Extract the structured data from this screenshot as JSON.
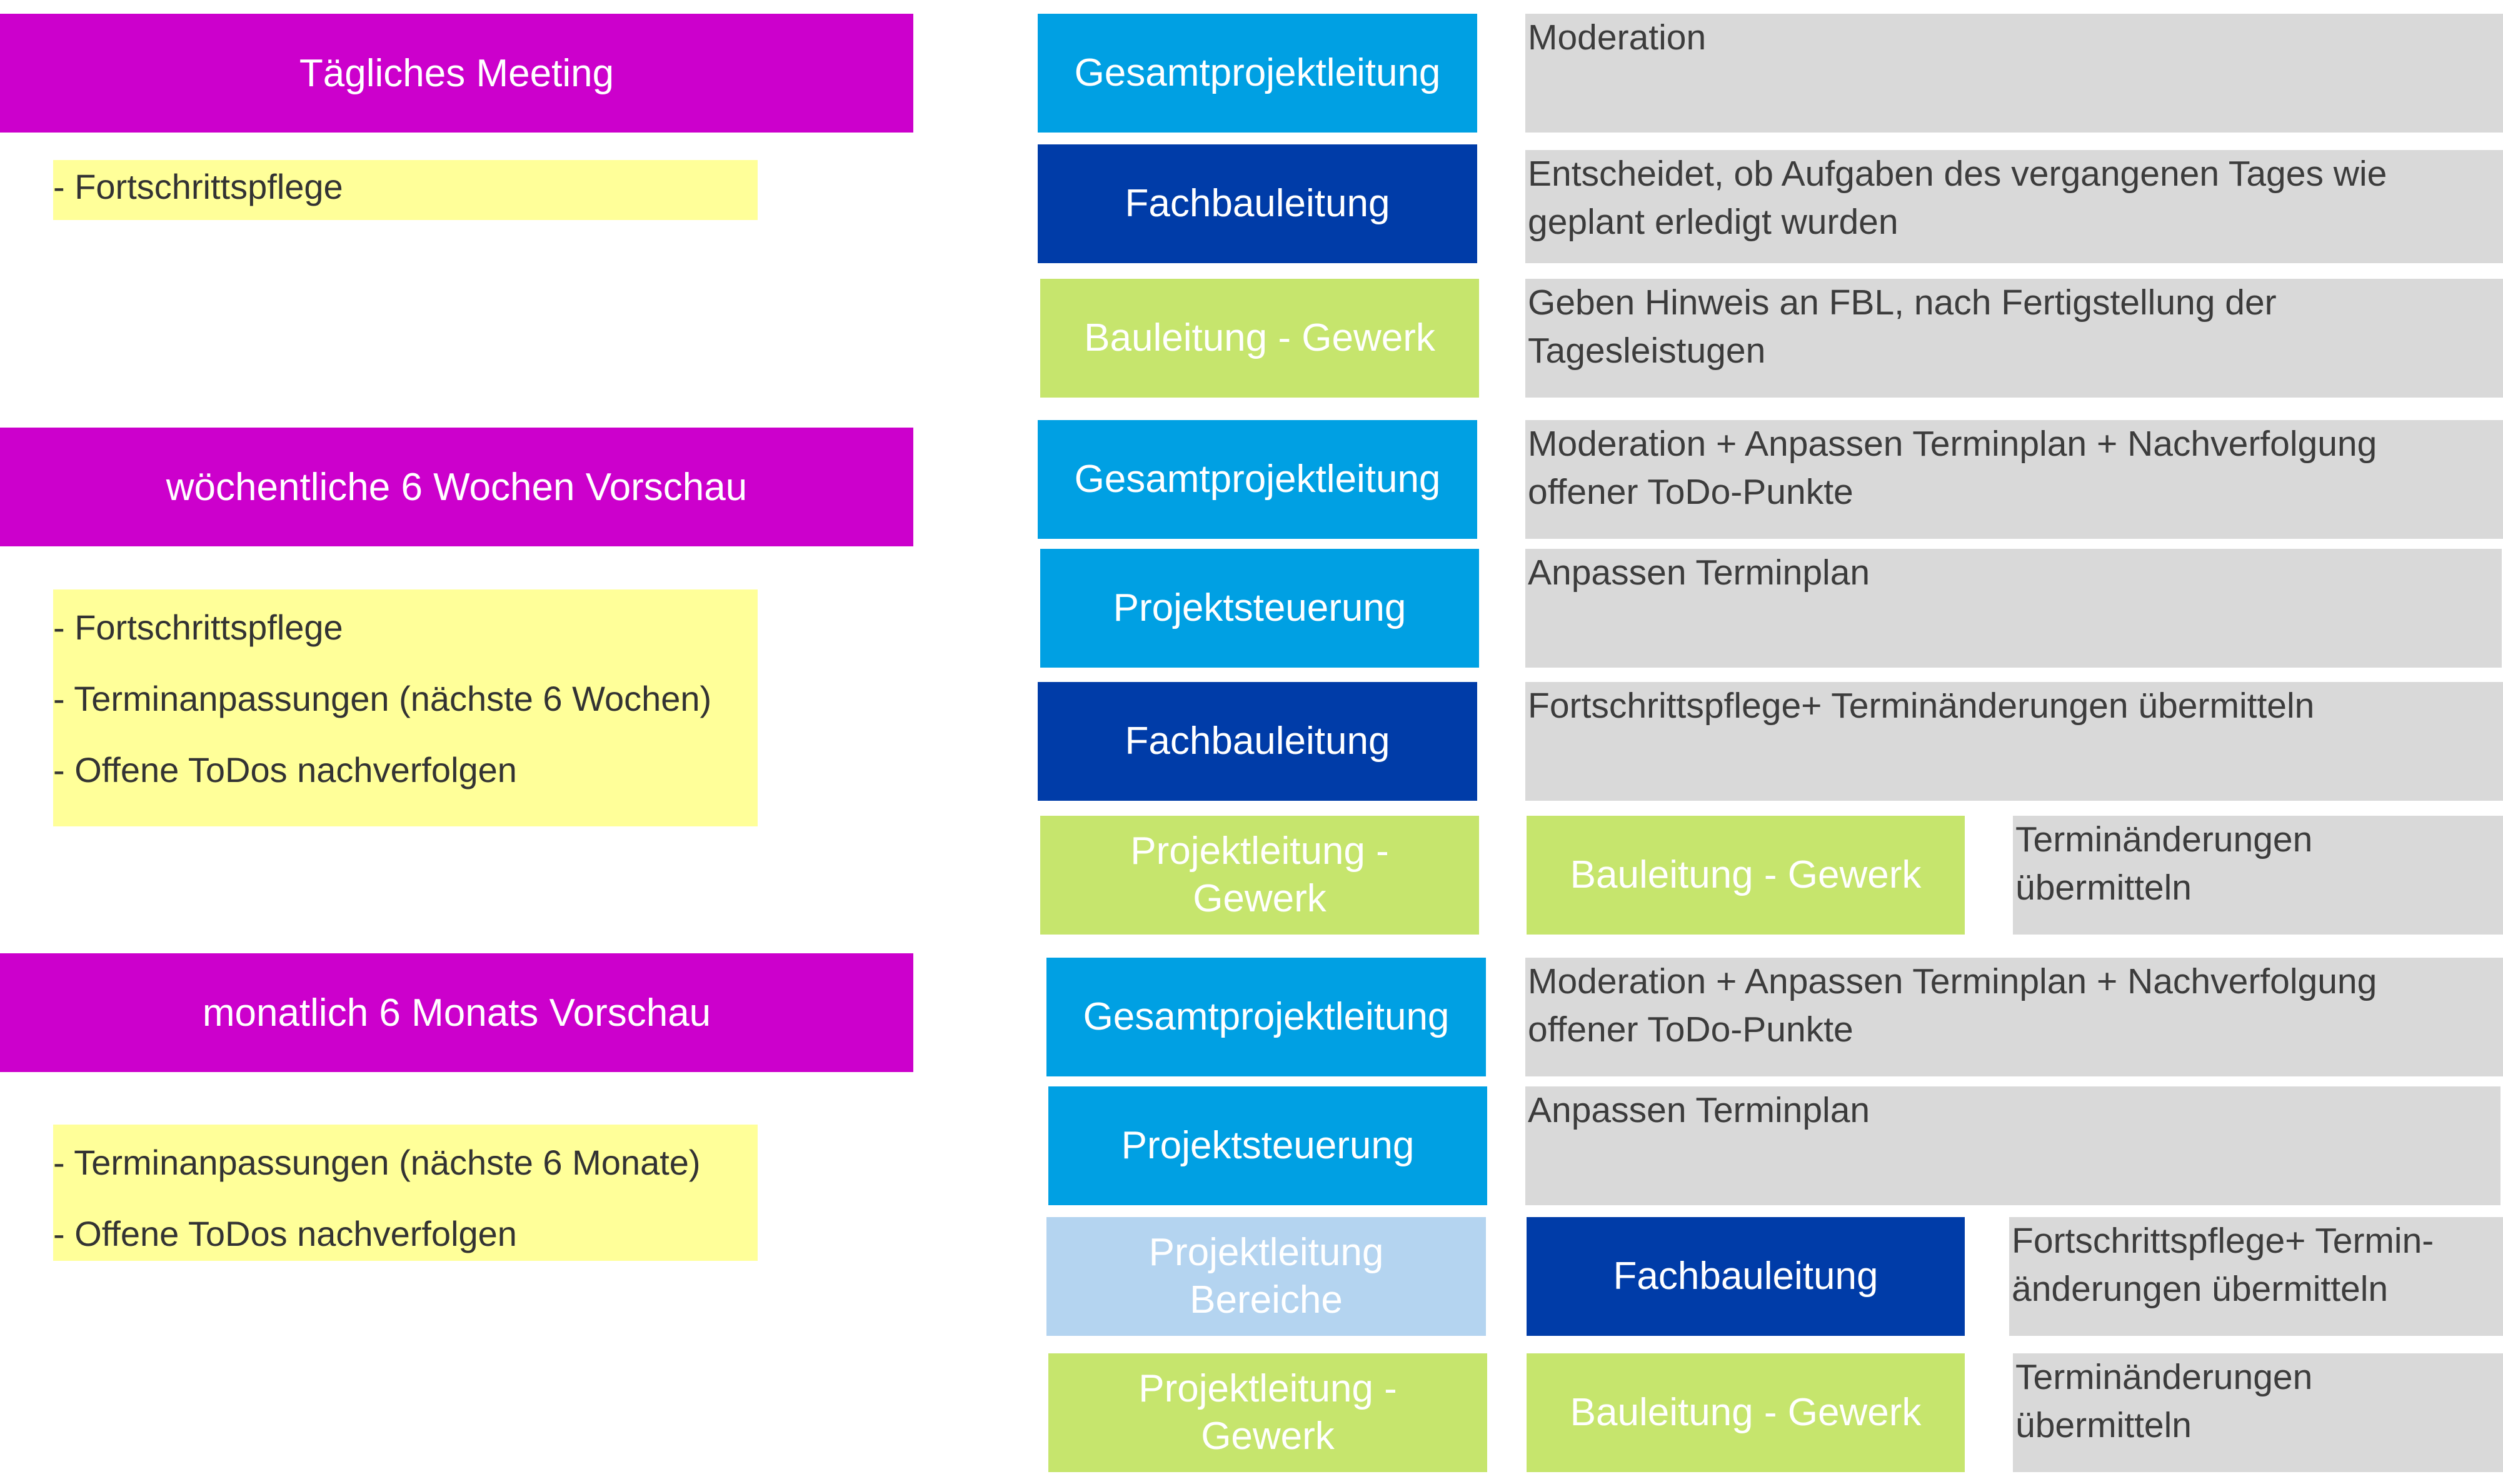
{
  "colors": {
    "meeting": "#cc00cc",
    "items_bg": "#ffff99",
    "gesamtprojektleitung": "#00a0e3",
    "projektsteuerung": "#00a0e3",
    "fachbauleitung": "#003ca8",
    "bauleitung_gewerk": "#c6e56d",
    "projektleitung_gewerk": "#c6e56d",
    "projektleitung_bereiche": "#b4d4f0",
    "description_bg": "#d9d9d9"
  },
  "meetings": [
    {
      "title": "Tägliches Meeting",
      "items": [
        "- Fortschrittspflege"
      ],
      "rows": [
        {
          "role": "Gesamtprojektleitung",
          "desc": "Moderation"
        },
        {
          "role": "Fachbauleitung",
          "desc": "Entscheidet, ob Aufgaben des vergangenen Tages wie\ngeplant erledigt wurden"
        },
        {
          "role": "Bauleitung - Gewerk",
          "desc": "Geben Hinweis an FBL, nach Fertigstellung der\nTagesleistugen"
        }
      ]
    },
    {
      "title": "wöchentliche 6 Wochen Vorschau",
      "items": [
        "- Fortschrittspflege",
        "- Terminanpassungen (nächste 6 Wochen)",
        "- Offene ToDos nachverfolgen"
      ],
      "rows": [
        {
          "role": "Gesamtprojektleitung",
          "desc": "Moderation + Anpassen Terminplan + Nachverfolgung\noffener ToDo-Punkte"
        },
        {
          "role": "Projektsteuerung",
          "desc": "Anpassen Terminplan"
        },
        {
          "role": "Fachbauleitung",
          "desc": "Fortschrittspflege+ Terminänderungen übermitteln"
        },
        {
          "role": "Projektleitung -\nGewerk",
          "sub_role": "Bauleitung - Gewerk",
          "desc": "Terminänderungen\nübermitteln"
        }
      ]
    },
    {
      "title": "monatlich 6 Monats Vorschau",
      "items": [
        "- Terminanpassungen (nächste 6 Monate)",
        "- Offene ToDos nachverfolgen"
      ],
      "rows": [
        {
          "role": "Gesamtprojektleitung",
          "desc": "Moderation + Anpassen Terminplan + Nachverfolgung\noffener ToDo-Punkte"
        },
        {
          "role": "Projektsteuerung",
          "desc": "Anpassen Terminplan"
        },
        {
          "role": "Projektleitung\nBereiche",
          "sub_role": "Fachbauleitung",
          "desc": "Fortschrittspflege+ Termin-\nänderungen übermitteln"
        },
        {
          "role": "Projektleitung -\nGewerk",
          "sub_role": "Bauleitung - Gewerk",
          "desc": "Terminänderungen\nübermitteln"
        }
      ]
    }
  ]
}
